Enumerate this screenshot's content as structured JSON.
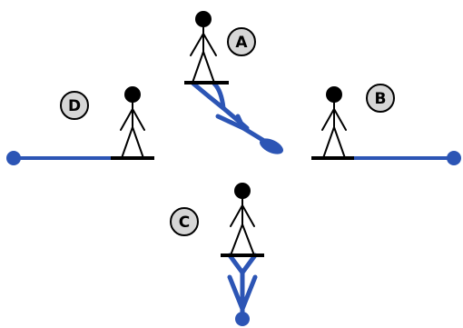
{
  "colors": {
    "rope": "#2c55b5",
    "figure": "#000000",
    "badge_fill": "#d6d6d6",
    "badge_stroke": "#000000"
  },
  "labels": {
    "A": "A",
    "B": "B",
    "C": "C",
    "D": "D"
  }
}
